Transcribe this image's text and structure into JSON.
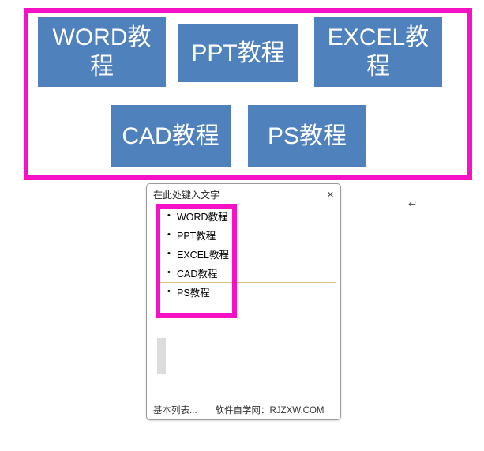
{
  "smartart": {
    "boxes": [
      {
        "label": "WORD教程"
      },
      {
        "label": "PPT教程"
      },
      {
        "label": "EXCEL教程"
      },
      {
        "label": "CAD教程"
      },
      {
        "label": "PS教程"
      }
    ]
  },
  "text_pane": {
    "title": "在此处键入文字",
    "close_icon": "✕",
    "items": [
      {
        "bullet": "•",
        "label": "WORD教程"
      },
      {
        "bullet": "•",
        "label": "PPT教程"
      },
      {
        "bullet": "•",
        "label": "EXCEL教程"
      },
      {
        "bullet": "•",
        "label": "CAD教程"
      },
      {
        "bullet": "•",
        "label": "PS教程"
      }
    ],
    "active_item_index": 4,
    "footer": {
      "left": "基本列表...",
      "right": "软件自学网：RJZXW.COM"
    }
  },
  "document": {
    "paragraph_mark": "↵"
  },
  "colors": {
    "smartart_blue": "#4f81bd",
    "annotation_magenta": "#f711c5",
    "active_row_border": "#ddc077"
  }
}
